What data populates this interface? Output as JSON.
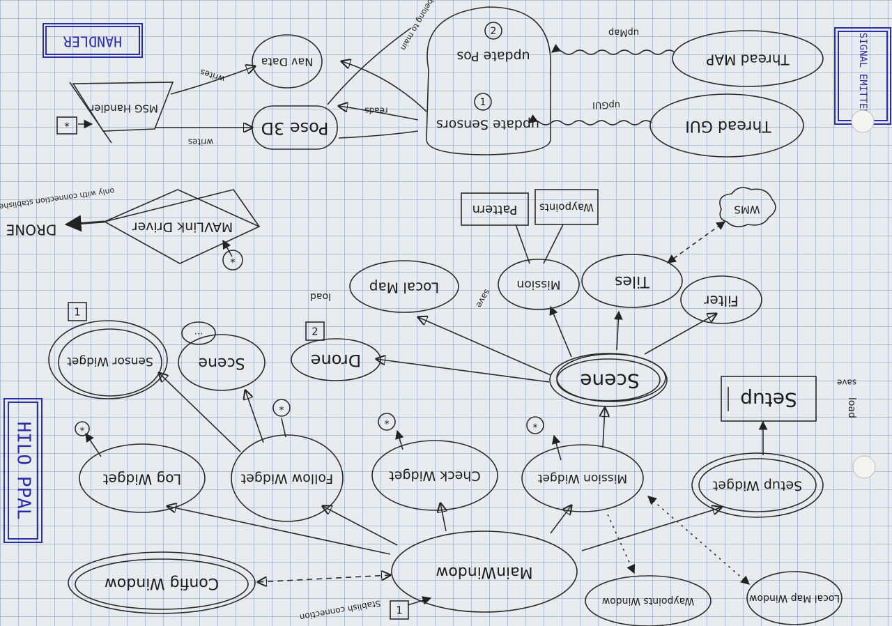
{
  "orientation": "upside-down (rotated 180 degrees)",
  "labels": {
    "title": "HILO PPAL",
    "handler": "HANDLER",
    "signal_emitters": "SIGNAL EMITTERS"
  },
  "nodes": {
    "main_window": "MainWindow",
    "config_window": "Config Window",
    "log_widget": "Log Widget",
    "follow_widget": "Follow Widget",
    "check_widget": "Check Widget",
    "mission_widget": "Mission Widget",
    "setup_widget": "Setup Widget",
    "setup": "Setup",
    "sensor_widget": "Sensor Widget",
    "scene_small": "Scene",
    "drone": "Drone",
    "scene_main": "Scene",
    "local_map": "Local Map",
    "mission": "Mission",
    "tiles": "Tiles",
    "filter": "Filter",
    "waypoints": "Waypoints",
    "pattern": "Pattern",
    "wms": "WMS",
    "mavlink_driver": "MAVLink Driver",
    "drone_out": "DRONE",
    "mavlink_note": "only with connection stablished",
    "msg_handler": "MSG Handler",
    "nav_data": "Nav Data",
    "pose3d": "Pose 3D",
    "update_sensors": "update Sensors",
    "update_pos": "update Pos",
    "thread_gui": "Thread GUI",
    "thread_map": "Thread MAP",
    "waypoints_window": "Waypoints Window",
    "local_map_window": "Local Map Window"
  },
  "edges": {
    "upgui": "upGUI",
    "upmap": "upMap",
    "writes_1": "writes",
    "writes_2": "writes",
    "reads": "reads",
    "load_1": "load",
    "load_2": "load",
    "save_1": "save",
    "save_2": "save",
    "stablish_connection": "Stablish connection",
    "belong_to_main": "belong to main"
  },
  "markers": {
    "circle_1": "1",
    "circle_2": "2",
    "box_1": "1",
    "box_2": "2",
    "dots": "...",
    "star": "*"
  }
}
